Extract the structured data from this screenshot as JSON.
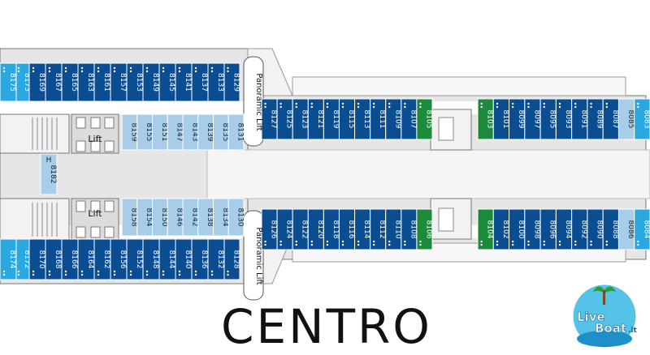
{
  "map": {
    "title": "CENTRO",
    "labels": {
      "lift": "Lift",
      "panoramic_lift": "Panoramic Lift",
      "accessible": "H"
    },
    "colors": {
      "inside_cabin": "#a8cde9",
      "balcony_cabin": "#0b4d91",
      "oceanview_cabin": "#29a9df",
      "suite_cabin": "#1b8a3a",
      "corridor": "#ffffff",
      "structure": "#d9d9d9",
      "outline": "#777777"
    },
    "cabins": {
      "top_outer_left": [
        "8175",
        "8173",
        "8169",
        "8167",
        "8165",
        "8163",
        "8161",
        "8157",
        "8153",
        "8149",
        "8145",
        "8141",
        "8137",
        "8133",
        "8129"
      ],
      "top_inner_left": [
        "8159",
        "8155",
        "8151",
        "8147",
        "8143",
        "8139",
        "8135",
        "8131"
      ],
      "top_right": [
        "8127",
        "8125",
        "8123",
        "8121",
        "8119",
        "8115",
        "8113",
        "8111",
        "8109",
        "8107",
        "8105"
      ],
      "top_far_right": [
        "8103",
        "8101",
        "8099",
        "8097",
        "8095",
        "8093",
        "8091",
        "8089",
        "8087",
        "8085",
        "8083"
      ],
      "middle": [
        "8182"
      ],
      "bottom_inner_left": [
        "8158",
        "8154",
        "8150",
        "8146",
        "8142",
        "8138",
        "8134",
        "8130"
      ],
      "bottom_outer_left": [
        "8174",
        "8172",
        "8170",
        "8168",
        "8166",
        "8164",
        "8162",
        "8156",
        "8152",
        "8148",
        "8144",
        "8140",
        "8136",
        "8132",
        "8128"
      ],
      "bottom_right": [
        "8126",
        "8124",
        "8122",
        "8120",
        "8118",
        "8116",
        "8114",
        "8112",
        "8110",
        "8108",
        "8106"
      ],
      "bottom_far_right": [
        "8104",
        "8102",
        "8100",
        "8098",
        "8096",
        "8094",
        "8092",
        "8090",
        "8088",
        "8086",
        "8084"
      ]
    },
    "logo": {
      "word1": "Live",
      "word2": "Boat",
      "suffix": ".it"
    }
  }
}
